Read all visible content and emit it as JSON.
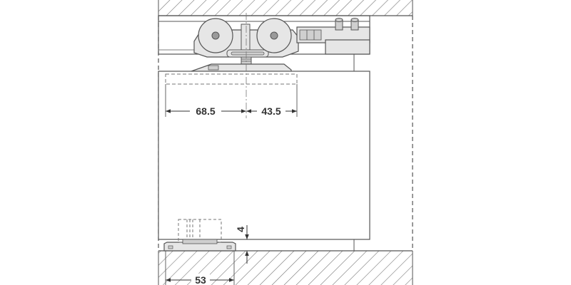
{
  "dimensions": {
    "roller_left_offset": "68.5",
    "roller_right_offset": "43.5",
    "guide_width": "53",
    "floor_gap": "4"
  },
  "colors": {
    "line": "#555555",
    "hidden_line": "#777777",
    "fill_light": "#e6e6e6",
    "fill_mid": "#cfcfcf",
    "fill_dark": "#9a9a9a",
    "text": "#333333",
    "background": "#ffffff"
  }
}
